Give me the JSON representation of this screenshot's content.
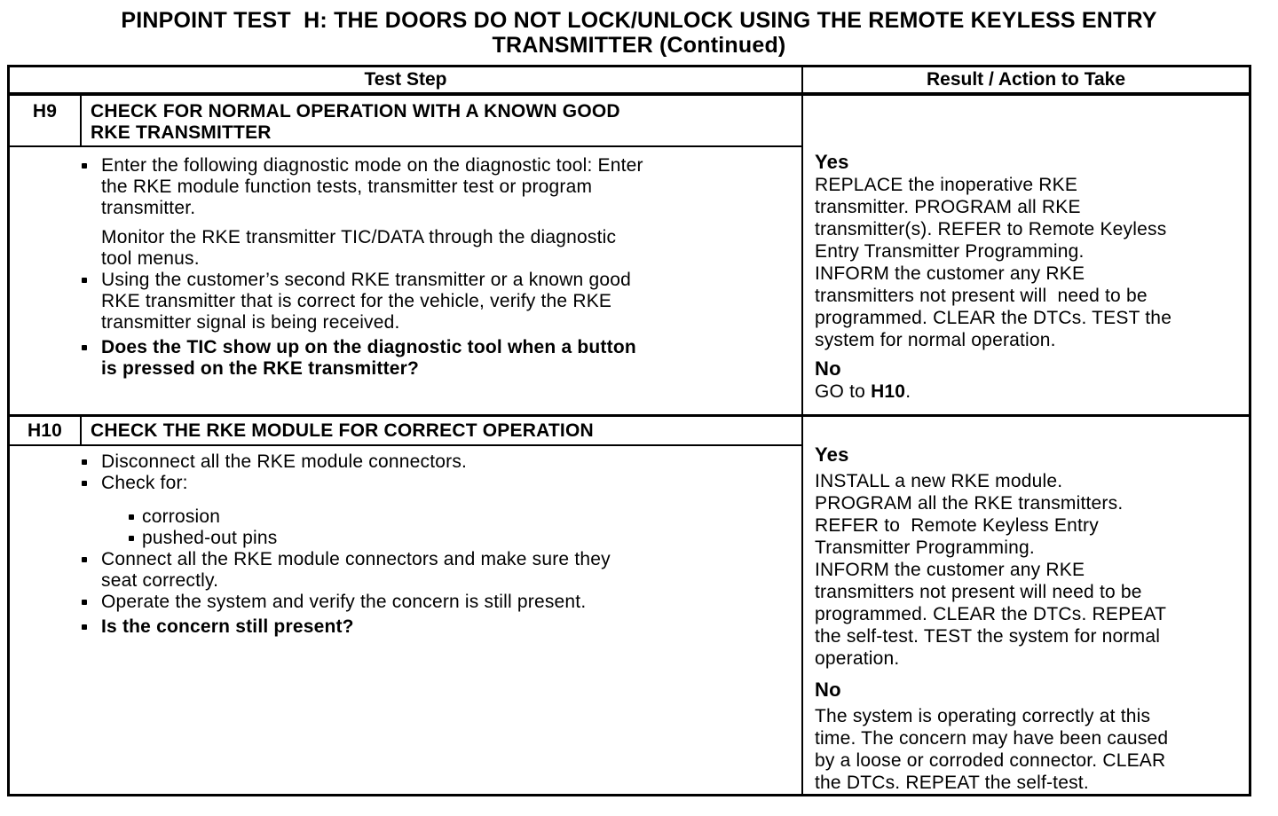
{
  "page_title": {
    "lines": [
      "PINPOINT TEST  H: THE DOORS DO NOT LOCK/UNLOCK USING THE REMOTE KEYLESS ENTRY",
      "TRANSMITTER (Continued)"
    ]
  },
  "table": {
    "headers": {
      "test_step": "Test Step",
      "result": "Result / Action to Take"
    },
    "steps": [
      {
        "id": "H9",
        "title_lines": [
          "CHECK FOR NORMAL OPERATION WITH A KNOWN GOOD",
          "RKE TRANSMITTER"
        ],
        "items": [
          {
            "type": "bullet",
            "lines": [
              "Enter the following diagnostic mode on the diagnostic tool: Enter",
              "the RKE module function tests, transmitter test or program",
              "transmitter."
            ]
          },
          {
            "type": "para",
            "lines": [
              "Monitor the RKE transmitter TIC/DATA through the diagnostic",
              "tool menus."
            ]
          },
          {
            "type": "bullet",
            "lines": [
              "Using the customer’s second RKE transmitter or a known good",
              "RKE transmitter that is correct for the vehicle, verify the RKE",
              "transmitter signal is being received."
            ]
          },
          {
            "type": "bullet-bold",
            "lines": [
              "Does the TIC show up on the diagnostic tool when a button",
              "is pressed on the RKE transmitter?"
            ]
          }
        ],
        "result": {
          "yes_label": "Yes",
          "yes_lines": [
            "REPLACE the inoperative RKE",
            "transmitter. PROGRAM all RKE",
            "transmitter(s). REFER to Remote Keyless",
            "Entry Transmitter Programming.",
            "INFORM the customer any RKE",
            "transmitters not present will  need to be",
            "programmed. CLEAR the DTCs. TEST the",
            "system for normal operation."
          ],
          "no_label": "No",
          "no_parts": {
            "prefix": "GO to ",
            "bold": "H10",
            "suffix": "."
          }
        }
      },
      {
        "id": "H10",
        "title_lines": [
          "CHECK THE RKE MODULE FOR CORRECT OPERATION"
        ],
        "items": [
          {
            "type": "bullet",
            "lines": [
              "Disconnect all the RKE module connectors."
            ]
          },
          {
            "type": "bullet",
            "lines": [
              "Check for:"
            ]
          },
          {
            "type": "sub",
            "lines": [
              "corrosion"
            ]
          },
          {
            "type": "sub",
            "lines": [
              "pushed-out pins"
            ]
          },
          {
            "type": "bullet",
            "lines": [
              "Connect all the RKE module connectors and make sure they",
              "seat correctly."
            ]
          },
          {
            "type": "bullet",
            "lines": [
              "Operate the system and verify the concern is still present."
            ]
          },
          {
            "type": "bullet-bold",
            "lines": [
              "Is the concern still present?"
            ]
          }
        ],
        "result": {
          "yes_label": "Yes",
          "yes_lines": [
            "INSTALL a new RKE module.",
            "PROGRAM all the RKE transmitters.",
            "REFER to  Remote Keyless Entry",
            "Transmitter Programming.",
            "INFORM the customer any RKE",
            "transmitters not present will need to be",
            "programmed. CLEAR the DTCs. REPEAT",
            "the self-test. TEST the system for normal",
            "operation."
          ],
          "no_label": "No",
          "no_lines": [
            "The system is operating correctly at this",
            "time. The concern may have been caused",
            "by a loose or corroded connector. CLEAR",
            "the DTCs. REPEAT the self-test."
          ]
        }
      }
    ]
  }
}
